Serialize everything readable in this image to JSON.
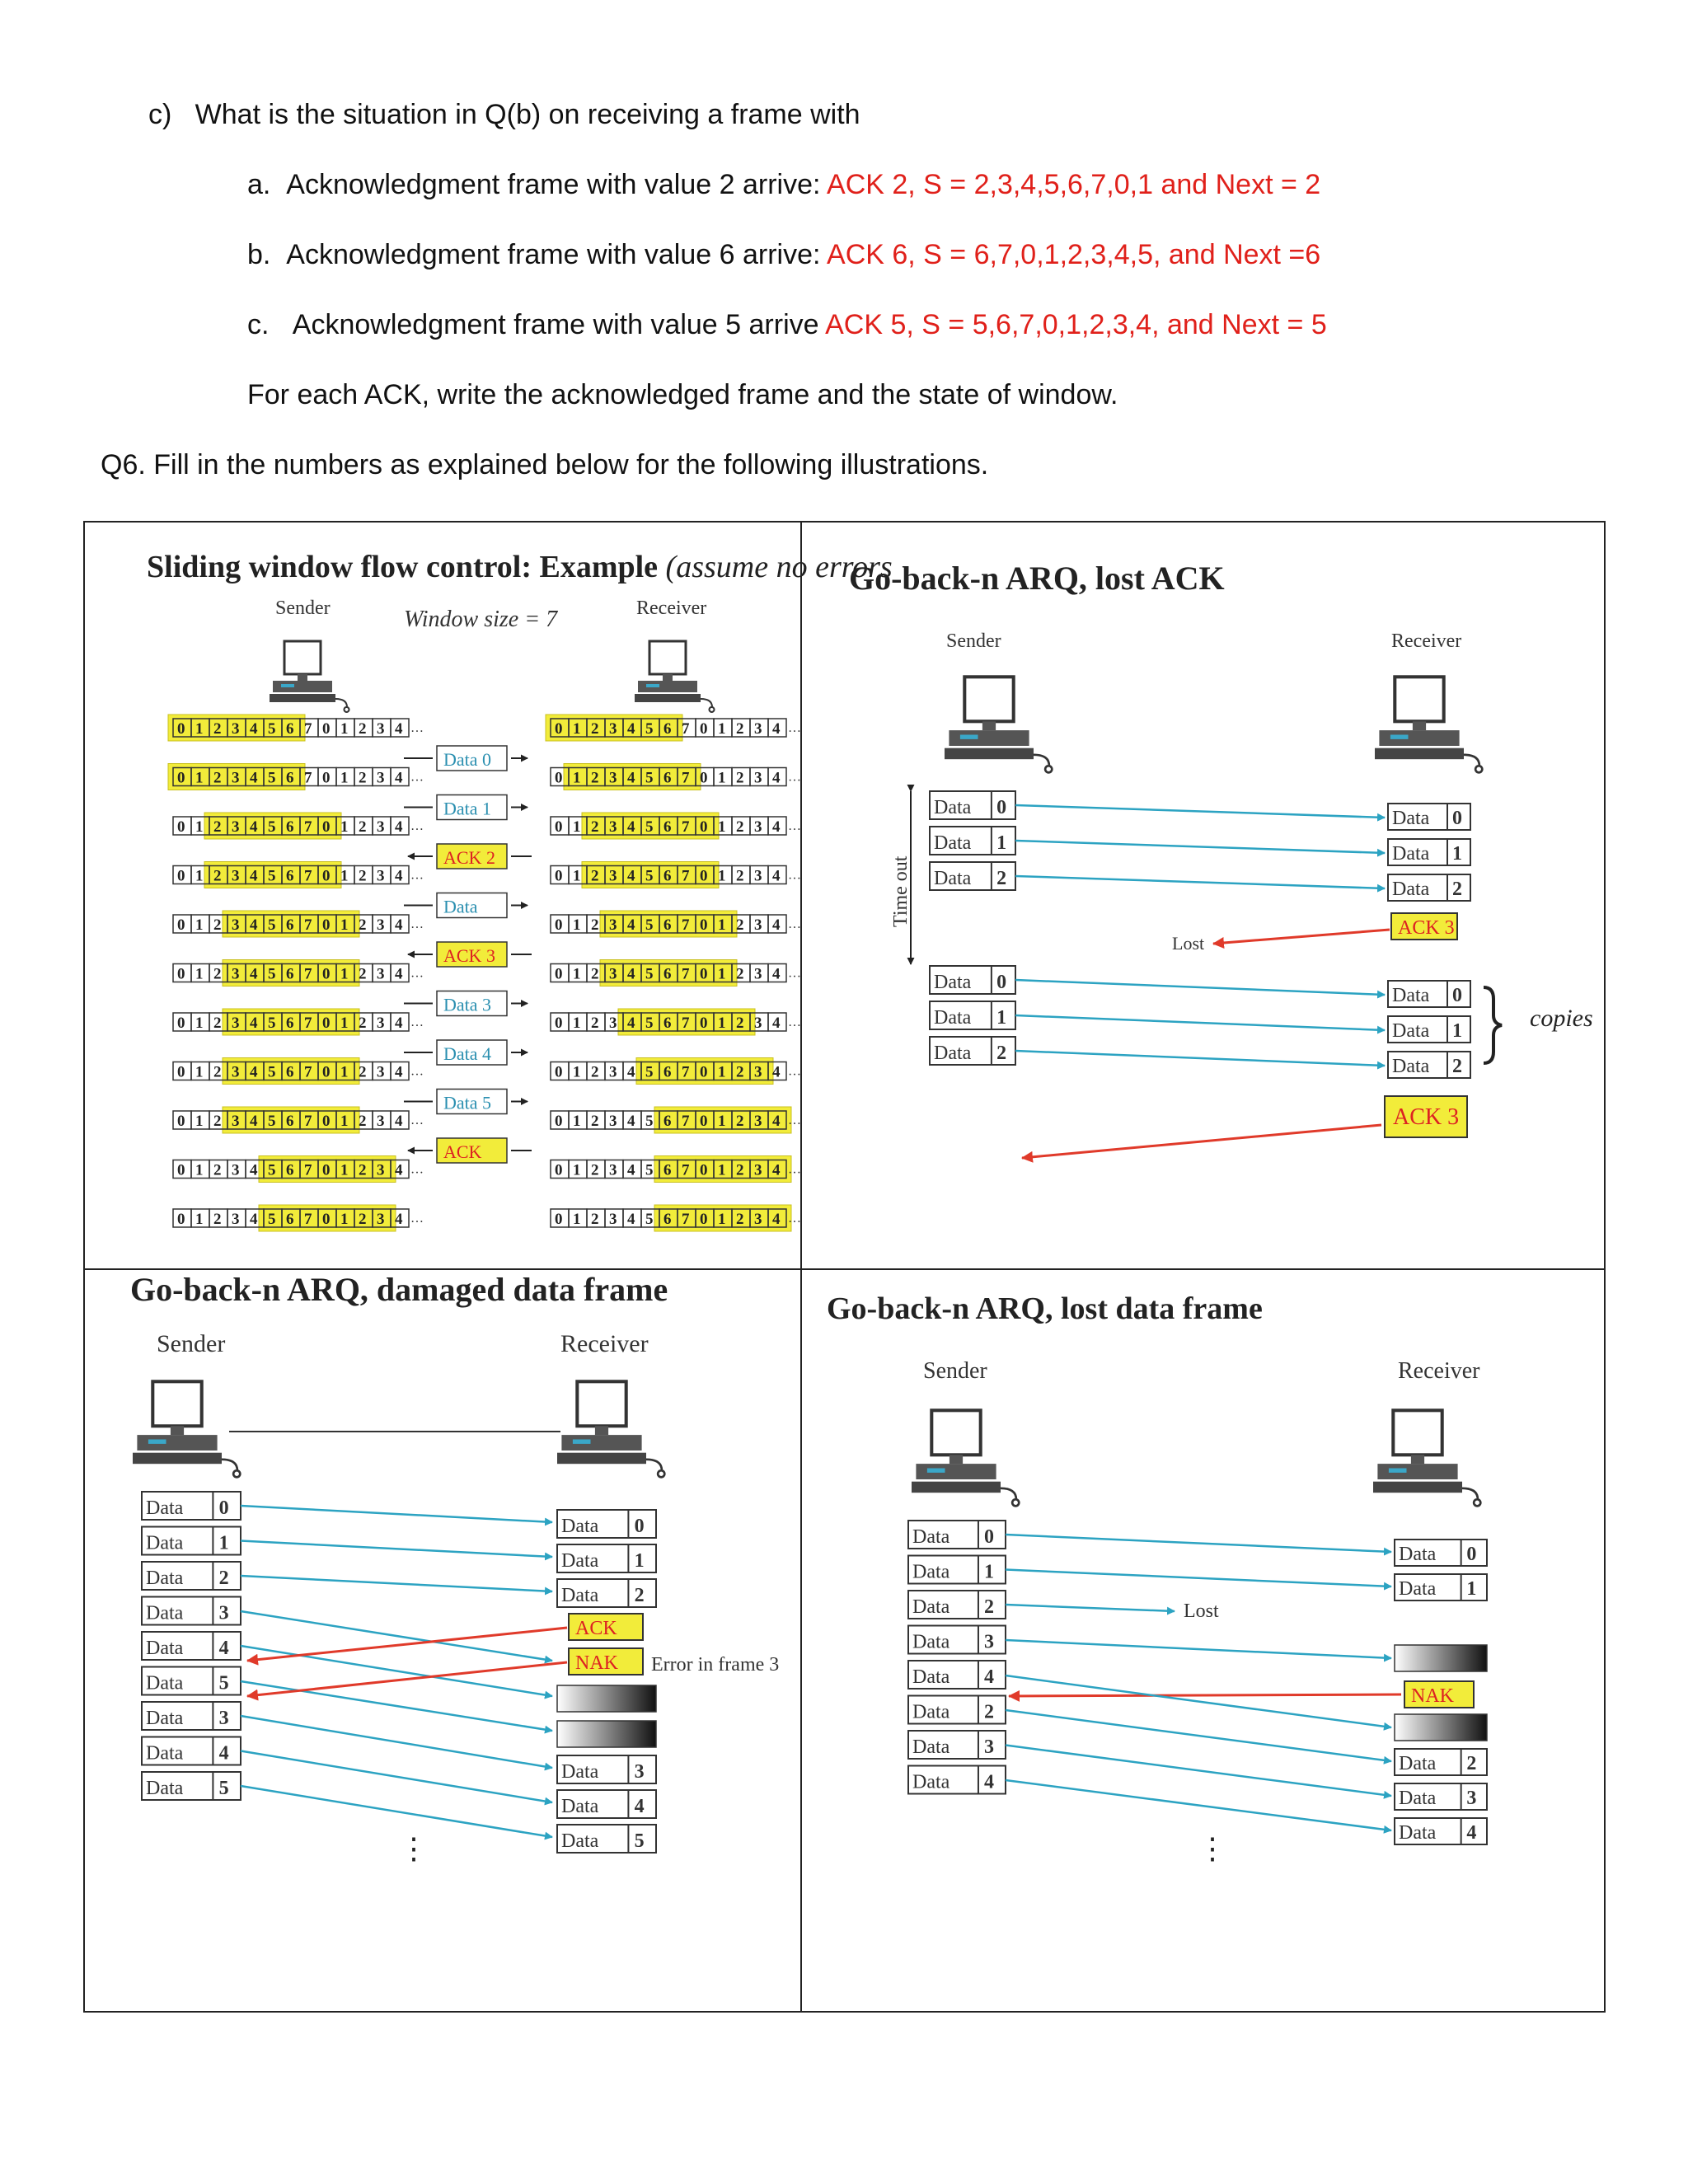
{
  "question_c": {
    "prefix": "c)",
    "text": "What is the situation in Q(b) on receiving a frame with",
    "items": [
      {
        "marker": "a.",
        "text": "Acknowledgment frame with value 2 arrive: ",
        "answer": "ACK 2, S = 2,3,4,5,6,7,0,1 and Next = 2"
      },
      {
        "marker": "b.",
        "text": "Acknowledgment frame with value 6 arrive: ",
        "answer": "ACK 6, S = 6,7,0,1,2,3,4,5, and Next =6"
      },
      {
        "marker": "c.",
        "text": "Acknowledgment frame with value 5 arrive ",
        "answer": "ACK 5, S = 5,6,7,0,1,2,3,4, and Next = 5"
      }
    ],
    "note": "For each ACK, write the acknowledged frame and the state of window."
  },
  "question6": "Q6.  Fill in the numbers as explained below for the following illustrations.",
  "panel1": {
    "title": "Sliding window flow control: Example ",
    "title_italic": "(assume no errors",
    "sender": "Sender",
    "receiver": "Receiver",
    "window": "Window size = 7",
    "digits": [
      "0",
      "1",
      "2",
      "3",
      "4",
      "5",
      "6",
      "7",
      "0",
      "1",
      "2",
      "3",
      "4"
    ],
    "messages": [
      "Data 0",
      "Data 1",
      "ACK 2",
      "Data",
      "ACK 3",
      "Data 3",
      "Data 4",
      "Data 5",
      "ACK"
    ]
  },
  "panel2": {
    "title": "Go-back-n ARQ, lost ACK",
    "sender": "Sender",
    "receiver": "Receiver",
    "timeout": "Time out",
    "lost": "Lost",
    "copies": "copies",
    "data": "Data",
    "frames": [
      "0",
      "1",
      "2"
    ],
    "ack_lost": "ACK 3",
    "ack_final": "ACK 3"
  },
  "panel3": {
    "title": "Go-back-n ARQ, damaged data frame",
    "sender": "Sender",
    "receiver": "Receiver",
    "data": "Data",
    "sender_frames": [
      "0",
      "1",
      "2",
      "3",
      "4",
      "5",
      "3",
      "4",
      "5"
    ],
    "receiver_frames": [
      "0",
      "1",
      "2"
    ],
    "receiver_resent": [
      "3",
      "4",
      "5"
    ],
    "ack": "ACK",
    "nak": "NAK",
    "error": "Error in frame 3",
    "dots": "⋮"
  },
  "panel4": {
    "title": "Go-back-n ARQ, lost data frame",
    "sender": "Sender",
    "receiver": "Receiver",
    "data": "Data",
    "sender_frames": [
      "0",
      "1",
      "2",
      "3",
      "4",
      "2",
      "3",
      "4"
    ],
    "receiver_frames": [
      "0",
      "1"
    ],
    "receiver_resent": [
      "2",
      "3",
      "4"
    ],
    "lost": "Lost",
    "nak": "NAK",
    "dots": "⋮"
  },
  "colors": {
    "answer": "#e0201a",
    "arrow_data": "#2ca3c2",
    "arrow_ack": "#e03a2a",
    "window_fill": "#f2ec3a"
  }
}
